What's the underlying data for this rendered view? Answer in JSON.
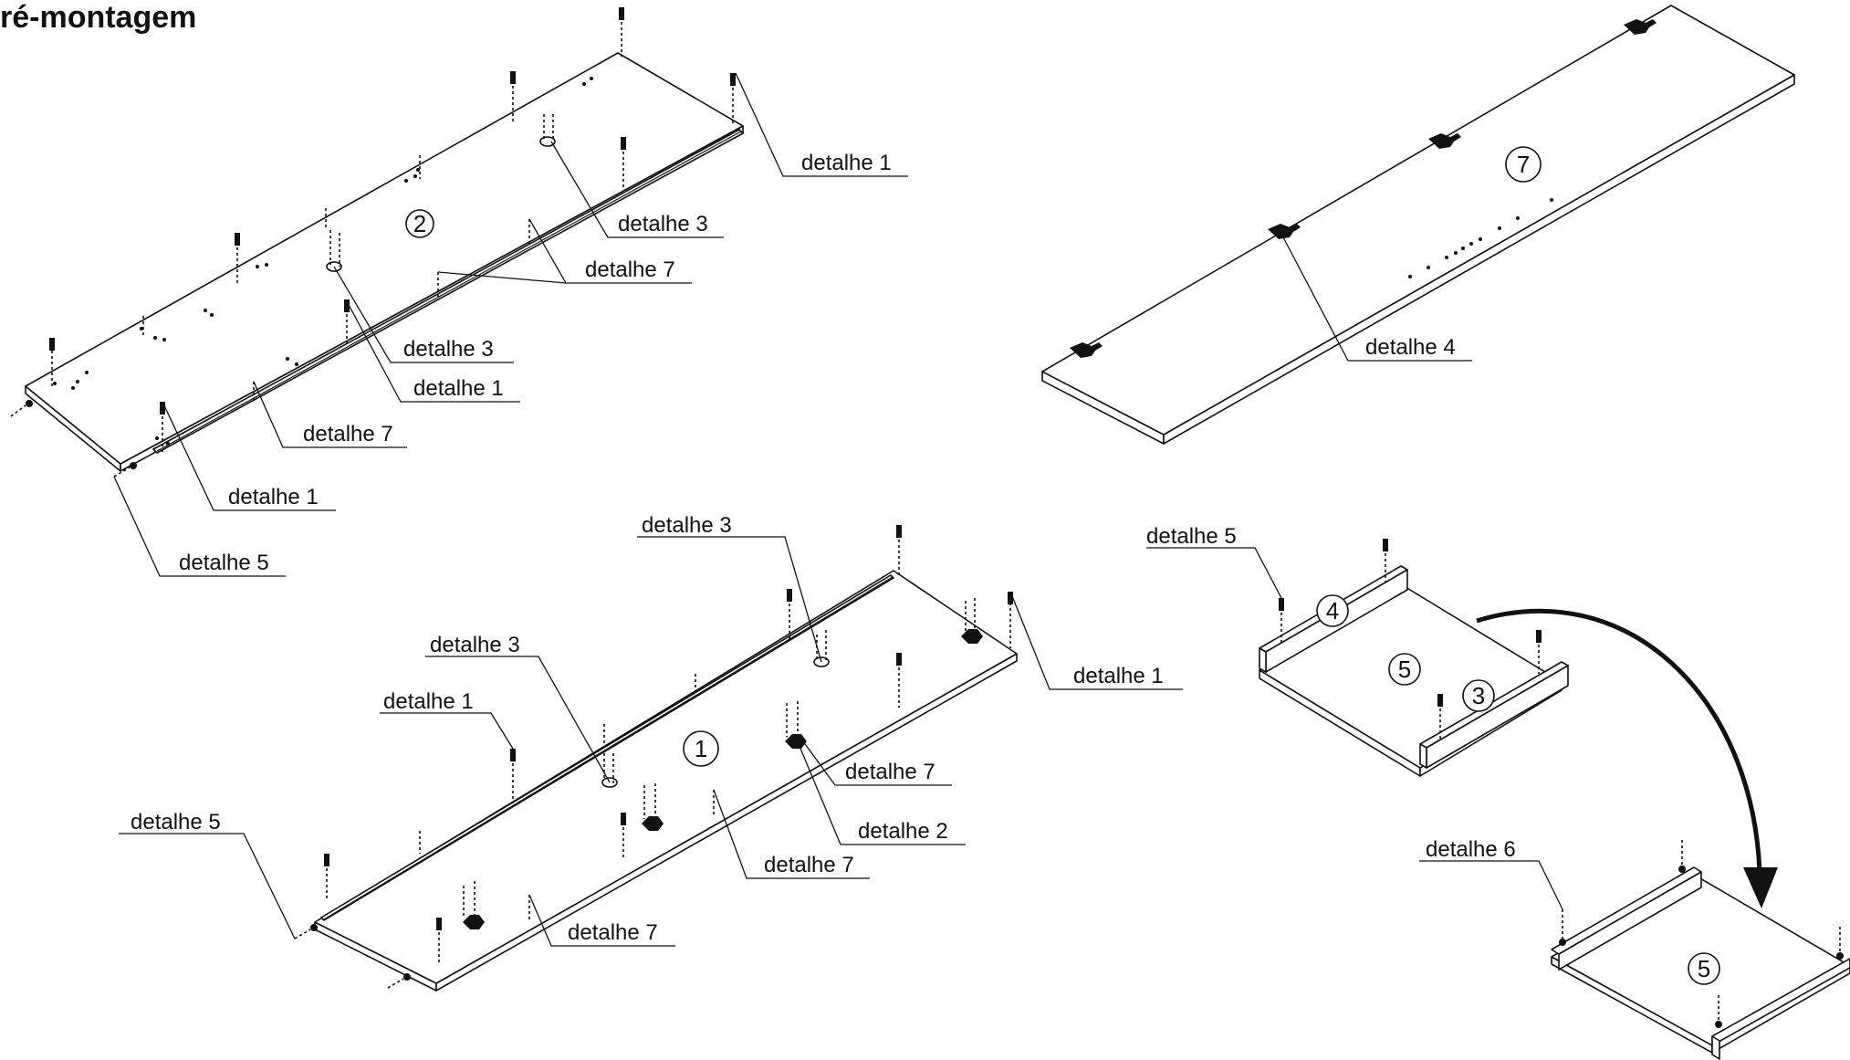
{
  "title": "ré-montagem",
  "part_numbers": {
    "top_left": "2",
    "top_right": "7",
    "bottom_left": "1",
    "base_top": "5",
    "base_front_rail": "4",
    "base_back_rail": "3",
    "base_bottom": "5"
  },
  "callouts": {
    "tl_detail_1_a": "detalhe 1",
    "tl_detail_3_a": "detalhe 3",
    "tl_detail_7_a": "detalhe 7",
    "tl_detail_3_b": "detalhe 3",
    "tl_detail_1_b": "detalhe 1",
    "tl_detail_7_b": "detalhe 7",
    "tl_detail_1_c": "detalhe 1",
    "tl_detail_5": "detalhe 5",
    "tr_detail_4": "detalhe 4",
    "bl_detail_3_a": "detalhe 3",
    "bl_detail_3_b": "detalhe 3",
    "bl_detail_1_a": "detalhe 1",
    "bl_detail_1_b": "detalhe 1",
    "bl_detail_5": "detalhe 5",
    "bl_detail_7_a": "detalhe 7",
    "bl_detail_2": "detalhe 2",
    "bl_detail_7_b": "detalhe 7",
    "bl_detail_7_c": "detalhe 7",
    "base_detail_5": "detalhe 5",
    "base_detail_6": "detalhe 6"
  }
}
